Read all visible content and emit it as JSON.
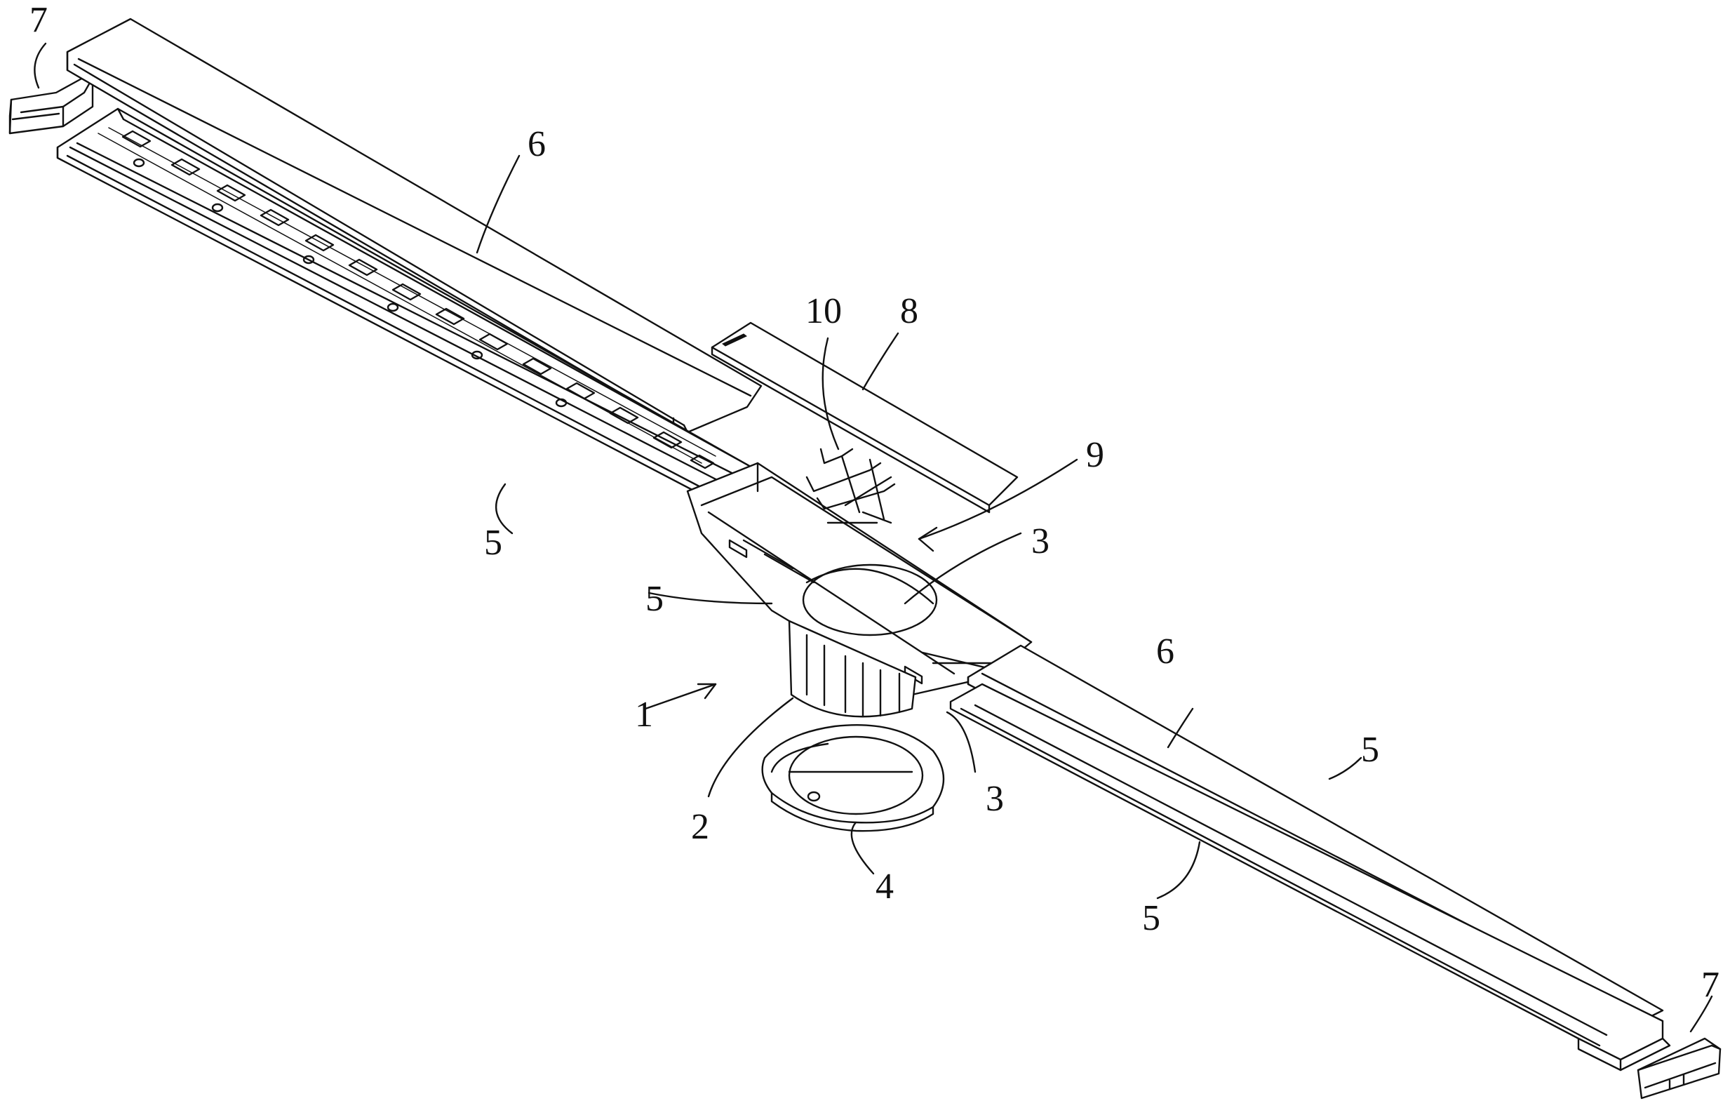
{
  "figure": {
    "labels": {
      "end_cap_left": "7",
      "cover_left": "6",
      "lower_cover_left": "8",
      "insert": "10",
      "arrow_insert": "9",
      "body": "3",
      "channel_left": "5",
      "channel_inner": "5",
      "drain": "1",
      "outlet": "2",
      "body_lower": "3",
      "flange": "4",
      "cover_right": "6",
      "channel_right_upper": "5",
      "channel_right_lower": "5",
      "end_cap_right": "7"
    },
    "colors": {
      "ink": "#111111",
      "paper": "#ffffff"
    }
  }
}
